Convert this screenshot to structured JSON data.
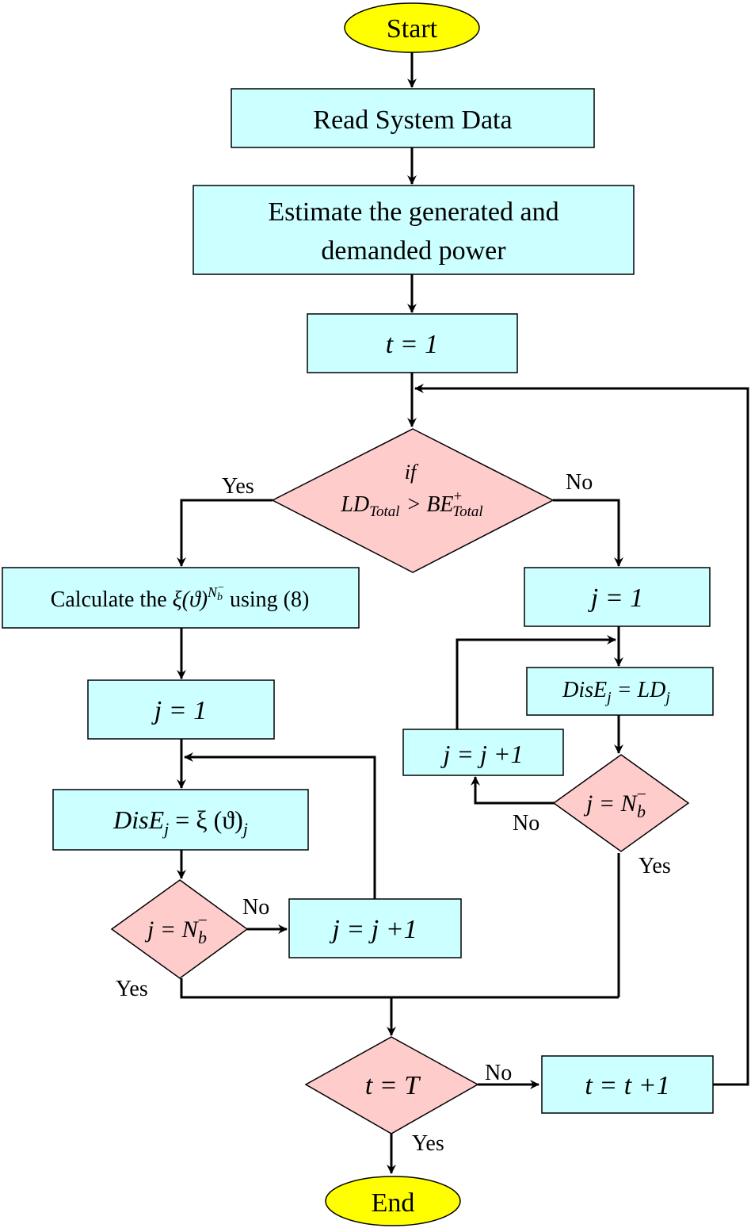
{
  "colors": {
    "process_fill": "#ccffff",
    "decision_fill": "#ffcccc",
    "terminal_fill": "#ffff00",
    "line": "#000000"
  },
  "nodes": {
    "start": "Start",
    "read_data": "Read System Data",
    "estimate_line1": "Estimate the generated and",
    "estimate_line2": "demanded power",
    "t_init": "t = 1",
    "cond": {
      "if": "if",
      "ld": "LD",
      "ld_sub": "Total",
      "gt": ">",
      "be": "BE",
      "be_sub": "Total",
      "be_sup": "+"
    },
    "calc": {
      "prefix": "Calculate the ",
      "xi": "ξ(ϑ)",
      "sup": "N",
      "sup_sub": "b",
      "sup_minus": "−",
      "suffix": " using (8)"
    },
    "j_init_left": "j = 1",
    "dise_left": {
      "dis": "DisE",
      "sub": "j",
      "eq": " = ξ (ϑ)",
      "sub2": "j"
    },
    "j_check_left": {
      "lhs": "j = N",
      "sub": "b",
      "sup": "−"
    },
    "j_inc_left": "j = j +1",
    "j_init_right": "j = 1",
    "dise_right": {
      "dis": "DisE",
      "sub": "j",
      "eq": " = LD",
      "sub2": "j"
    },
    "j_inc_right": "j = j +1",
    "j_check_right": {
      "lhs": "j = N",
      "sub": "b",
      "sup": "−"
    },
    "t_check": "t = T",
    "t_inc": "t = t +1",
    "end": "End"
  },
  "labels": {
    "cond_yes": "Yes",
    "cond_no": "No",
    "left_no": "No",
    "left_yes": "Yes",
    "right_no": "No",
    "right_yes": "Yes",
    "t_no": "No",
    "t_yes": "Yes"
  }
}
